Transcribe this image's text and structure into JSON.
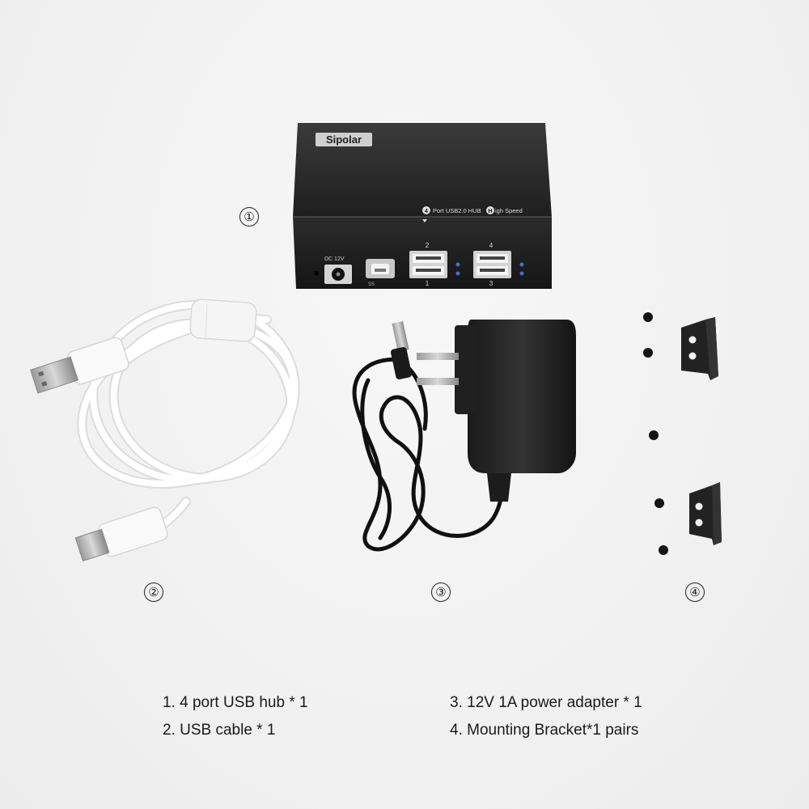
{
  "photo": {
    "brand_logo": "Sipolar",
    "hub_front": {
      "title_text": "Port USB2.0 HUB",
      "title_number": "4",
      "speed_letter": "H",
      "speed_text": "igh Speed",
      "dc_label": "DC 12V",
      "port_labels": [
        "2",
        "4",
        "1",
        "3"
      ]
    },
    "item_markers": [
      "①",
      "②",
      "③",
      "④"
    ]
  },
  "captions": {
    "left": [
      "1. 4 port USB hub * 1",
      "2. USB cable * 1"
    ],
    "right": [
      "3. 12V 1A power adapter * 1",
      "4. Mounting Bracket*1 pairs"
    ]
  }
}
